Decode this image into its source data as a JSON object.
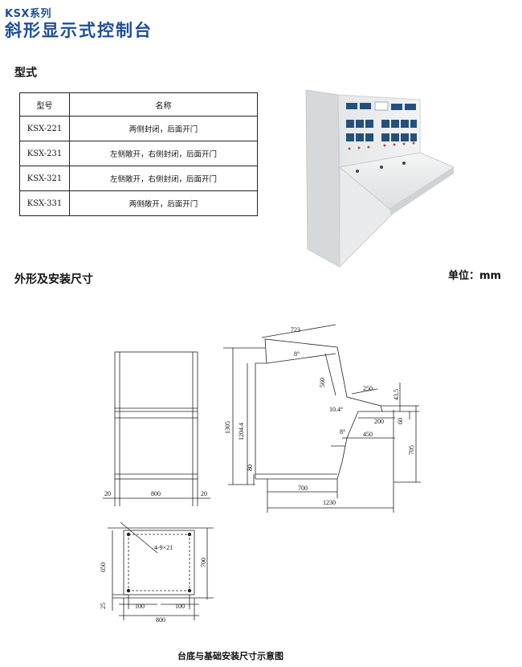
{
  "header": {
    "series": "KSX系列",
    "title": "斜形显示式控制台"
  },
  "models_section": {
    "heading": "型式",
    "columns": [
      "型号",
      "名称"
    ],
    "rows": [
      {
        "model": "KSX-221",
        "name": "两侧封闭，后面开门"
      },
      {
        "model": "KSX-231",
        "name": "左侧敞开，右侧封闭，后面开门"
      },
      {
        "model": "KSX-321",
        "name": "左侧敞开，右侧封闭，后面开门"
      },
      {
        "model": "KSX-331",
        "name": "两侧敞开，后面开门"
      }
    ]
  },
  "dimensions_section": {
    "heading": "外形及安装尺寸",
    "unit": "单位：mm"
  },
  "front_view": {
    "width": "800",
    "left_side": "20",
    "right_side": "20"
  },
  "side_view": {
    "top_depth": "723",
    "top_angle": "8°",
    "panel_length": "560",
    "overall_height": "1305",
    "middle_height": "1204.4",
    "desk_angle": "10.4°",
    "desk_depth": "250",
    "desk_thickness": "43.5",
    "shelf_depth": "200",
    "shelf_height": "60",
    "lower_depth": "450",
    "knee_angle": "8°",
    "desk_height": "705",
    "base_height": "80",
    "base_depth": "700",
    "total_depth": "1230"
  },
  "base_view": {
    "hole_spec": "4-9×21",
    "width": "800",
    "left_offset": "100",
    "right_offset": "100",
    "inner_depth": "650",
    "outer_depth": "700",
    "bottom_offset": "25"
  },
  "caption": "台底与基础安装尺寸示意图"
}
